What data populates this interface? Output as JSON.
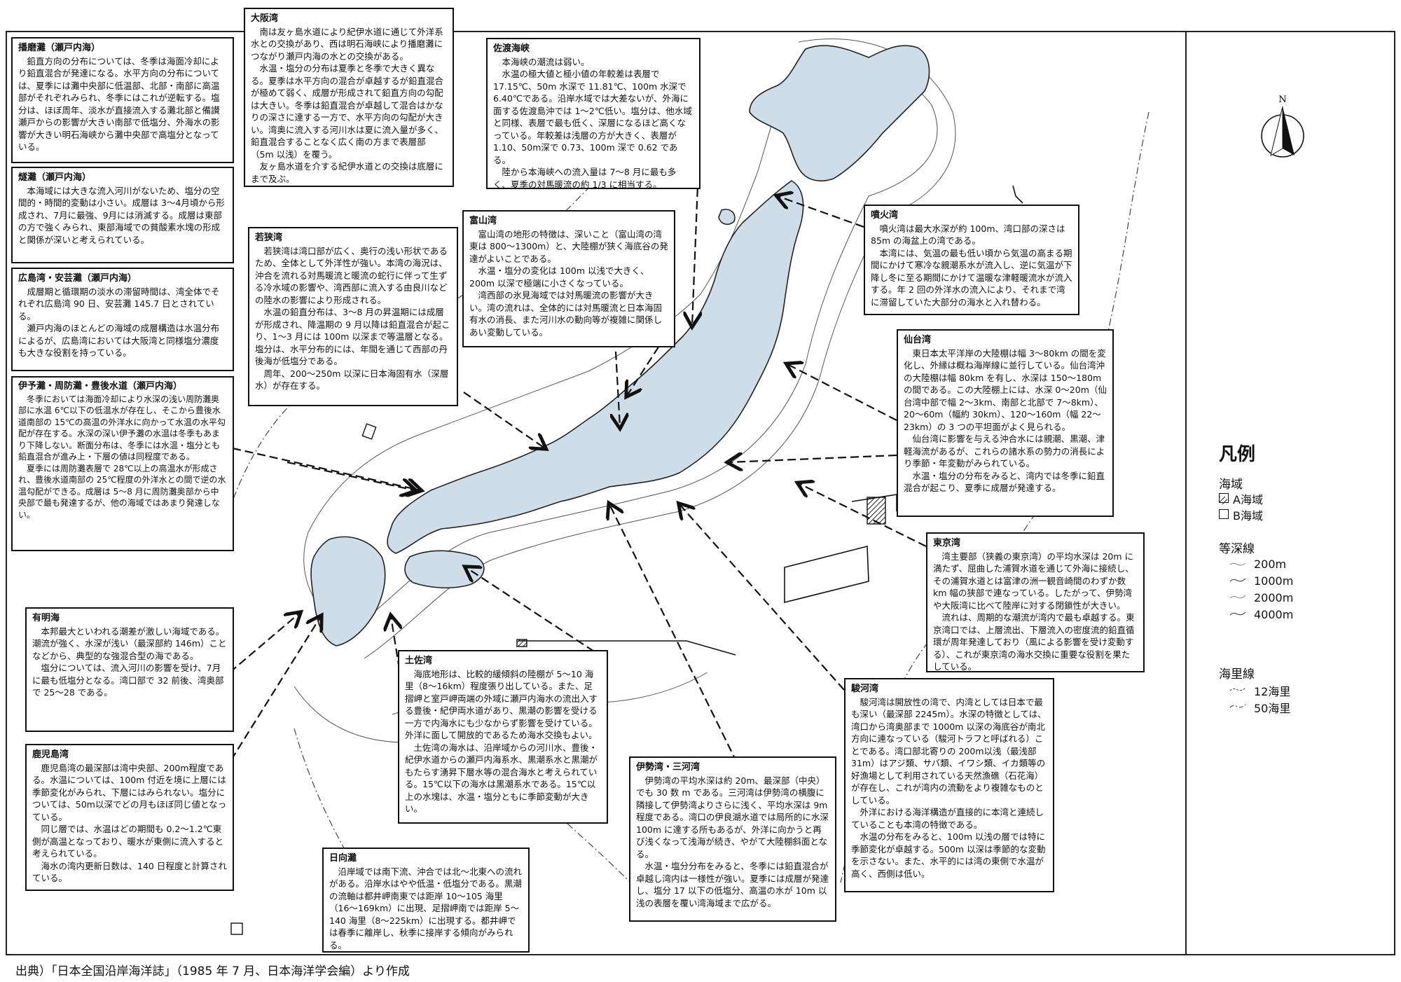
{
  "source_note": "出典）「日本全国沿岸海洋誌」（1985 年 7 月、日本海洋学会編）より作成",
  "north_label": "N",
  "legend": {
    "title": "凡例",
    "sea_area_heading": "海域",
    "a_area": "A海域",
    "b_area": "B海域",
    "isobath_heading": "等深線",
    "isobaths": [
      "200m",
      "1000m",
      "2000m",
      "4000m"
    ],
    "nautical_heading": "海里線",
    "nautical": [
      "12海里",
      "50海里"
    ]
  },
  "colors": {
    "a_area_hatch": "#333333",
    "sea_fill": "#cfdde8",
    "line": "#222222"
  },
  "boxes": [
    {
      "title": "播磨灘（瀬戸内海）",
      "paragraphs": [
        "鉛直方向の分布については、冬季は海面冷却により鉛直混合が発達になる。水平方向の分布については、夏季には灘中央部に低温部、北部・南部に高温部がそれぞれみられ、冬季にはこれが逆転する。塩分は、ほぼ周年、淡水が直接流入する灘北部と備讃瀬戸からの影響が大きい南部で低塩分、外海水の影響が大きい明石海峡から灘中央部で高塩分となっている。"
      ]
    },
    {
      "title": "燧灘（瀬戸内海）",
      "paragraphs": [
        "本海域には大きな流入河川がないため、塩分の空間的・時間的変動は小さい。成層は 3～4月頃から形成され、7月に最強、9月には消滅する。成層は東部の方で強くみられ、東部海域での貧酸素水塊の形成と関係が深いと考えられている。"
      ]
    },
    {
      "title": "広島湾・安芸灘（瀬戸内海）",
      "paragraphs": [
        "成層期と循環期の淡水の滞留時間は、湾全体でそれぞれ広島湾 90 日、安芸灘 145.7 日とされている。",
        "瀬戸内海のほとんどの海域の成層構造は水温分布によるが、広島湾においては大阪湾と同様塩分濃度も大きな役割を持っている。"
      ]
    },
    {
      "title": "伊予灘・周防灘・豊後水道（瀬戸内海）",
      "paragraphs": [
        "冬季においては海面冷却により水深の浅い周防灘奥部に水温 6℃以下の低温水が存在し、そこから豊後水道南部の 15℃の高温の外洋水に向かって水温の水平勾配が存在する。水深の深い伊予灘の水温は冬季もあまり下降しない。断面分布は、冬季には水温・塩分とも鉛直混合が進み上・下層の値は同程度である。",
        "夏季には周防灘表層で 28℃以上の高温水が形成され、豊後水道南部の 25℃程度の外洋水との間で逆の水温勾配ができる。成層は 5～8 月に周防灘奥部から中央部で最も発達するが、他の海域ではあまり発達しない。"
      ]
    },
    {
      "title": "有明海",
      "paragraphs": [
        "本邦最大といわれる潮差が激しい海域である。潮流が強く、水深が浅い（最深部約 146m）ことなどから、典型的な強混合型の海である。",
        "塩分については、流入河川の影響を受け、7月に最も低塩分となる。湾口部で 32 前後、湾奥部で 25～28 である。"
      ]
    },
    {
      "title": "鹿児島湾",
      "paragraphs": [
        "鹿児島湾の最深部は湾中央部、200m程度である。水温については、100m 付近を境に上層には季節変化がみられ、下層にはみられない。塩分については、50m以深でどの月もほぼ同じ値となっている。",
        "同じ層では、水温はどの期間も 0.2～1.2℃東側が高温となっており、暖水が東側に流入すると考えられている。",
        "海水の湾内更新日数は、140 日程度と計算されている。"
      ]
    },
    {
      "title": "大阪湾",
      "paragraphs": [
        "南は友ヶ島水道により紀伊水道に通じて外洋系水との交換があり、西は明石海峡により播磨灘につながり瀬戸内海の水との交換がある。",
        "水温・塩分の分布は夏季と冬季で大きく異なる。夏季は水平方向の混合が卓越するが鉛直混合が極めて弱く、成層が形成されて鉛直方向の勾配は大きい。冬季は鉛直混合が卓越して混合はかなりの深さに達する一方で、水平方向の勾配が大きい。湾奥に流入する河川水は夏に流入量が多く、鉛直混合することなく広く南の方まで表層部（5m 以浅）を覆う。",
        "友ヶ島水道を介する紀伊水道との交換は底層にまで及ぶ。"
      ]
    },
    {
      "title": "若狭湾",
      "paragraphs": [
        "若狭湾は湾口部が広く、奥行の浅い形状であるため、全体として外洋性が強い。本湾の海況は、沖合を流れる対馬暖流と暖流の蛇行に伴って生ずる冷水域の影響や、湾西部に流入する由良川などの陸水の影響により形成される。",
        "水温の鉛直分布は、3～8 月の昇温期には成層が形成され、降温期の 9 月以降は鉛直混合が起こり、1～3 月には 100m 以深まで等温層となる。塩分は、水平分布的には、年間を通じて西部の丹後海が低塩分である。",
        "周年、200～250m 以深に日本海固有水（深層水）が存在する。"
      ]
    },
    {
      "title": "佐渡海峡",
      "paragraphs": [
        "本海峡の潮流は弱い。",
        "水温の極大値と極小値の年較差は表層で 17.15℃、50m 水深で 11.81℃、100m 水深で 6.40℃である。沿岸水域では大差ないが、外海に面する佐渡島沖では 1～2℃低い。塩分は、他水域と同様、表層で最も低く、深層になるほど高くなっている。年較差は浅層の方が大きく、表層が 1.10、50m深で 0.73、100m 深で 0.62 である。",
        "陸から本海峡への流入量は 7～8 月に最も多く、夏季の対馬暖流の約 1/3 に相当する。"
      ]
    },
    {
      "title": "富山湾",
      "paragraphs": [
        "富山湾の地形の特徴は、深いこと（富山湾の湾東は 800～1300m）と、大陸棚が狭く海底谷の発達がよいことである。",
        "水温・塩分の変化は 100m 以浅で大きく、200m 以深で極端に小さくなっている。",
        "湾西部の氷見海域では対馬暖流の影響が大きい。湾の流れは、全体的には対馬暖流と日本海固有水の消長、また河川水の動向等が複雑に関係しあい変動している。"
      ]
    },
    {
      "title": "噴火湾",
      "paragraphs": [
        "噴火湾は最大水深が約 100m、湾口部の深さは 85m の海盆上の湾である。",
        "本湾には、気温の最も低い頃から気温の高まる期間にかけて寒冷な親潮系水が流入し、逆に気温が下降し冬に至る期間にかけて温暖な津軽暖流水が流入する。年 2 回の外洋水の流入により、それまで湾に滞留していた大部分の海水と入れ替わる。"
      ]
    },
    {
      "title": "仙台湾",
      "paragraphs": [
        "東日本太平洋岸の大陸棚は幅 3～80km の間を変化し、外縁は概ね海岸線に並行している。仙台湾沖の大陸棚は幅 80km を有し、水深は 150～180m の間である。この大陸棚上には、水深 0～20m（仙台湾中部で幅 2～3km、南部と北部で 7～8km）、20～60m（幅約 30km）、120～160m（幅 22～23km）の 3 つの平坦面がよく見られる。",
        "仙台湾に影響を与える沖合水には親潮、黒潮、津軽海流があるが、これらの諸水系の勢力の消長により季節・年変動がみられている。",
        "水温・塩分の分布をみると、湾内では冬季に鉛直混合が起こり、夏季に成層が発達する。"
      ]
    },
    {
      "title": "東京湾",
      "paragraphs": [
        "湾主要部（狭義の東京湾）の平均水深は 20m に満たず、屈曲した浦賀水道を通じて外海に接続し、その浦賀水道とは富津の洲一観音崎間のわずか数 km 幅の狭部で連なっている。したがって、伊勢湾や大阪湾に比べて陸岸に対する閉鎖性が大きい。",
        "流れは、周期的な潮流が湾内で最も卓越する。東京湾口では、上層流出、下層流入の密度流的鉛直循環が周年発達しており（風による影響を受け変動する）、これが東京湾の海水交換に重要な役割を果たしている。"
      ]
    },
    {
      "title": "駿河湾",
      "paragraphs": [
        "駿河湾は開放性の湾で、内湾としては日本で最も深い（最深部 2245m）。水深の特徴としては、湾口から湾奥部まで 1000m 以深の海底谷が南北方向に連なっている（駿河トラフと呼ばれる）ことである。湾口部北寄りの 200m以浅（最浅部 31m）はアジ類、サバ類、イワシ類、イカ類等の好漁場として利用されている天然漁礁（石花海）が存在し、これが湾内の流動をより複雑なものとしている。",
        "外洋における海洋構造が直接的に本湾と連続していることも本湾の特徴である。",
        "水温の分布をみると、100m 以浅の層では特に季節変化が卓越する。500m 以深は季節的な変動を示さない。また、水平的には湾の東側で水温が高く、西側は低い。"
      ]
    },
    {
      "title": "伊勢湾・三河湾",
      "paragraphs": [
        "伊勢湾の平均水深は約 20m、最深部（中央）でも 30 数 m である。三河湾は伊勢湾の横腹に隣接して伊勢湾よりさらに浅く、平均水深は 9m 程度である。湾口の伊良湖水道では局所的に水深 100m に達する所もあるが、外洋に向かうと再び浅くなって浅海が続き、やがて大陸棚斜面となる。",
        "水温・塩分分布をみると、冬季には鉛直混合が卓越し湾内は一様性が強い。夏季には成層が発達し、塩分 17 以下の低塩分、高温の水が 10m 以浅の表層を覆い湾海域まで広がる。"
      ]
    },
    {
      "title": "土佐湾",
      "paragraphs": [
        "海底地形は、比較的緩傾斜の陸棚が 5～10 海里（8～16km）程度張り出している。また、足摺岬と室戸岬両端の外域に瀬戸内海水の流出入する豊後・紀伊両水道があり、黒潮の影響を受ける一方で内海水にも少なからず影響を受けている。外洋に面して開放的であるため海水交換もよい。",
        "土佐湾の海水は、沿岸域からの河川水、豊後・紀伊水道からの瀬戸内海系水、黒潮系水と黒潮がもたらす湧昇下層水等の混合海水と考えられている。15℃以下の海水は黒潮系水である。15℃以上の水塊は、水温・塩分ともに季節変動が大きい。"
      ]
    },
    {
      "title": "日向灘",
      "paragraphs": [
        "沿岸域では南下流、沖合では北～北東への流れがある。沿岸水はやや低温・低塩分である。黒潮の流軸は都井岬南東では距岸 10～105 海里（16～169km）に出現、足摺岬南では距岸 5～140 海里（8～225km）に出現する。都井岬では春季に離岸し、秋季に接岸する傾向がみられる。"
      ]
    }
  ]
}
